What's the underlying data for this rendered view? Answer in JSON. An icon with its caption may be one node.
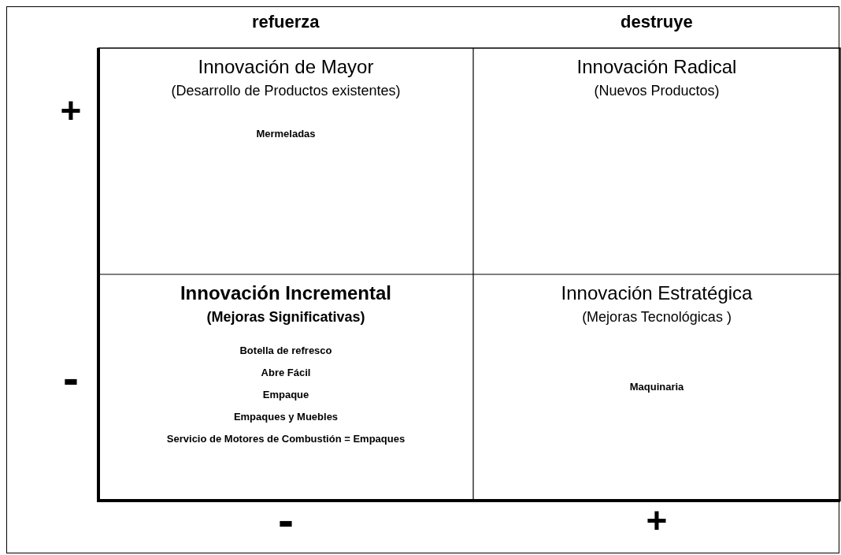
{
  "diagram": {
    "nodes": [
      {
        "text": [
          "Innovación de Mayor",
          "(Desarrollo de Productos existentes)",
          "Mermeladas"
        ]
      },
      {
        "text": [
          "Innovación Radical",
          "(Nuevos Productos)"
        ]
      },
      {
        "text": [
          "Innovación Incremental",
          "(Mejoras Significativas)",
          "Botella de refresco",
          "Abre Fácil",
          "Empaque",
          "Empaques y Muebles",
          "Servicio de Motores de Combustión = Empaques"
        ]
      },
      {
        "text": [
          "Innovación Estratégica",
          "(Mejoras Tecnológicas )",
          "Maquinaria"
        ]
      }
    ],
    "labels": [
      "refuerza",
      "destruye",
      "+",
      "-",
      "-",
      "+"
    ]
  }
}
